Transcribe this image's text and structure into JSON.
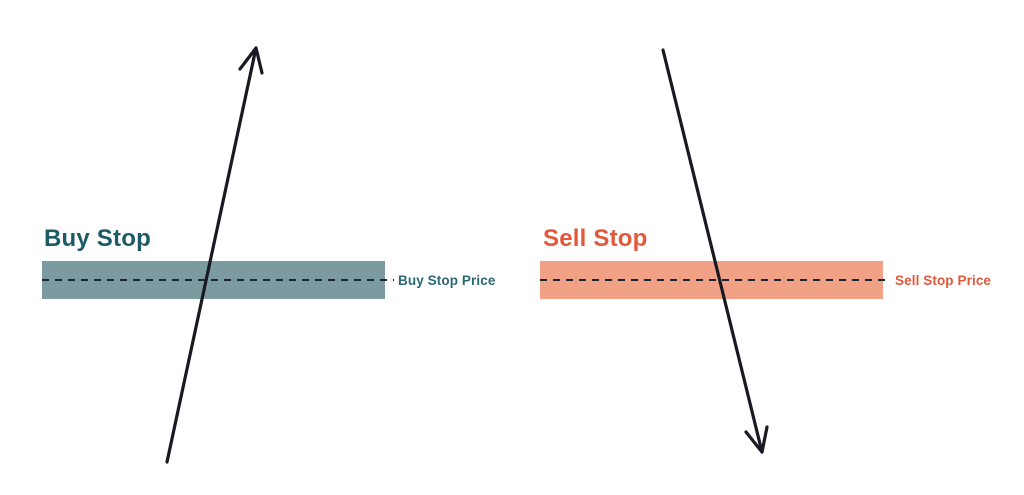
{
  "diagram": {
    "background": "#ffffff",
    "arrow_color": "#191923",
    "dash_color": "#1c2430",
    "panels": {
      "buy": {
        "title": "Buy Stop",
        "title_color": "#1d5a68",
        "band_color": "#7b9ba0",
        "price_label": "Buy Stop Price",
        "label_color": "#2b6875",
        "arrow_direction": "up"
      },
      "sell": {
        "title": "Sell Stop",
        "title_color": "#e2583a",
        "band_color": "#f0a186",
        "price_label": "Sell Stop Price",
        "label_color": "#e2583a",
        "arrow_direction": "down"
      }
    }
  }
}
